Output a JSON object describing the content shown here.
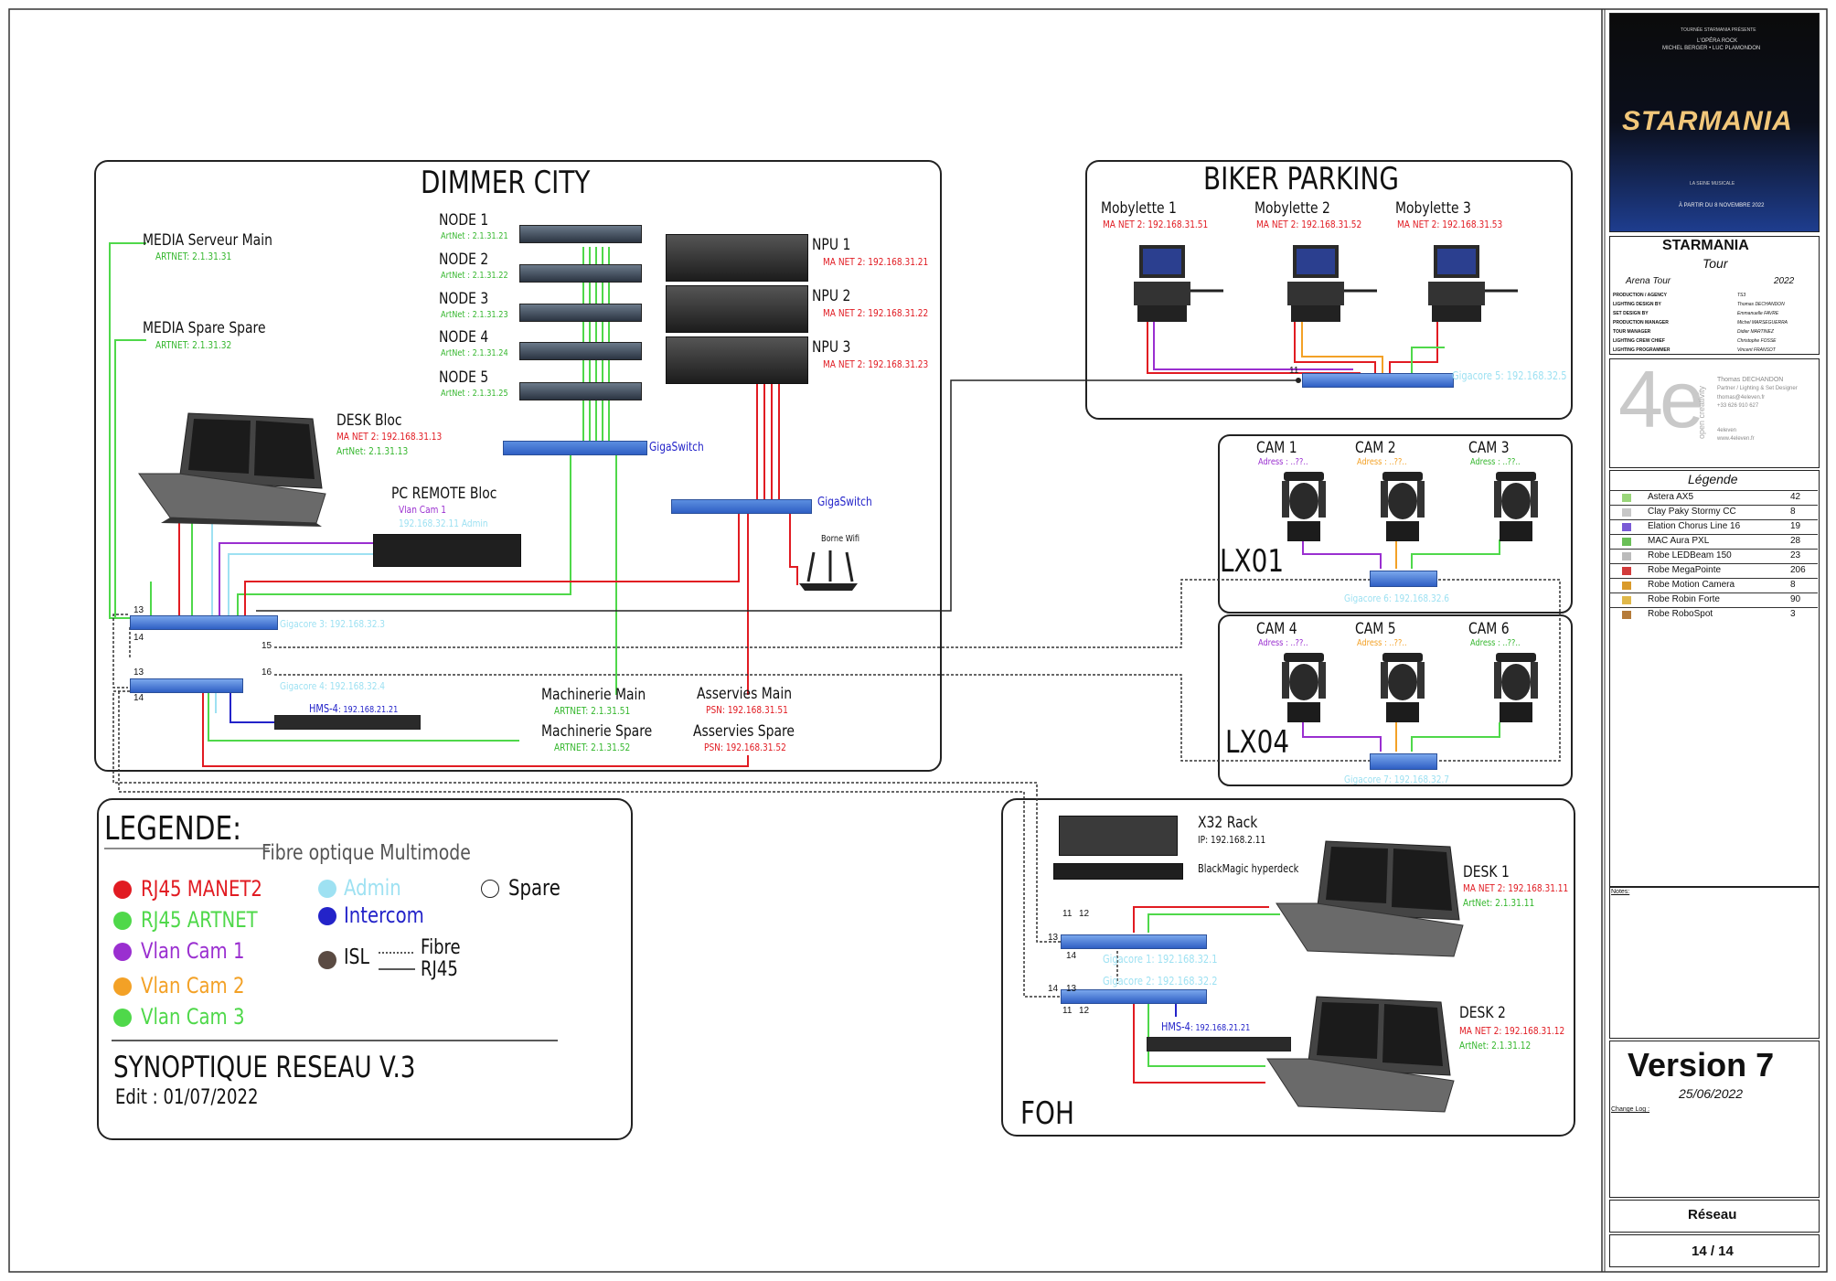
{
  "zones": {
    "dimmer_city": "DIMMER CITY",
    "biker_parking": "BIKER PARKING",
    "lx01": "LX01",
    "lx04": "LX04",
    "foh": "FOH"
  },
  "dimmer": {
    "media_main": {
      "name": "MEDIA Serveur Main",
      "ip": "ARTNET:   2.1.31.31"
    },
    "media_spare": {
      "name": "MEDIA Spare Spare",
      "ip": "ARTNET:  2.1.31.32"
    },
    "nodes": [
      {
        "name": "NODE 1",
        "ip": "ArtNet : 2.1.31.21"
      },
      {
        "name": "NODE 2",
        "ip": "ArtNet : 2.1.31.22"
      },
      {
        "name": "NODE 3",
        "ip": "ArtNet : 2.1.31.23"
      },
      {
        "name": "NODE 4",
        "ip": "ArtNet : 2.1.31.24"
      },
      {
        "name": "NODE 5",
        "ip": "ArtNet : 2.1.31.25"
      }
    ],
    "npus": [
      {
        "name": "NPU 1",
        "ip": "MA NET 2: 192.168.31.21"
      },
      {
        "name": "NPU 2",
        "ip": "MA NET 2: 192.168.31.22"
      },
      {
        "name": "NPU 3",
        "ip": "MA NET 2: 192.168.31.23"
      }
    ],
    "desk_bloc": {
      "name": "DESK Bloc",
      "manet": "MA NET 2: 192.168.31.13",
      "artnet": "ArtNet:   2.1.31.13"
    },
    "pc_remote": {
      "name": "PC REMOTE Bloc",
      "vlan": "Vlan Cam 1",
      "admin": "192.168.32.11 Admin"
    },
    "gigaswitch_1": "GigaSwitch",
    "gigaswitch_2": "GigaSwitch",
    "borne_wifi": "Borne Wifi",
    "gigacore_3": "Gigacore 3: 192.168.32.3",
    "gigacore_4": "Gigacore 4: 192.168.32.4",
    "hms_1": {
      "name": "HMS-4",
      "ip": ": 192.168.21.21"
    },
    "mach_main": {
      "name": "Machinerie Main",
      "ip": "ARTNET: 2.1.31.51"
    },
    "mach_spare": {
      "name": "Machinerie Spare",
      "ip": "ARTNET: 2.1.31.52"
    },
    "asserv_main": {
      "name": "Asservies Main",
      "ip": "PSN: 192.168.31.51"
    },
    "asserv_spare": {
      "name": "Asservies Spare",
      "ip": "PSN: 192.168.31.52"
    },
    "ports": {
      "p13a": "13",
      "p14a": "14",
      "p15": "15",
      "p16": "16",
      "p13b": "13",
      "p14b": "14"
    }
  },
  "biker": {
    "mobylettes": [
      {
        "name": "Mobylette 1",
        "ip": "MA NET 2: 192.168.31.51"
      },
      {
        "name": "Mobylette 2",
        "ip": "MA NET 2: 192.168.31.52"
      },
      {
        "name": "Mobylette 3",
        "ip": "MA NET 2: 192.168.31.53"
      }
    ],
    "gigacore_5": "Gigacore 5: 192.168.32.5",
    "port_11": "11"
  },
  "lx01": {
    "cams": [
      {
        "name": "CAM 1",
        "adr": "Adress : ..??.."
      },
      {
        "name": "CAM 2",
        "adr": "Adress : ..??.."
      },
      {
        "name": "CAM 3",
        "adr": "Adress : ..??.."
      }
    ],
    "gigacore_6": "Gigacore 6: 192.168.32.6"
  },
  "lx04": {
    "cams": [
      {
        "name": "CAM 4",
        "adr": "Adress : ..??.."
      },
      {
        "name": "CAM 5",
        "adr": "Adress : ..??.."
      },
      {
        "name": "CAM 6",
        "adr": "Adress : ..??.."
      }
    ],
    "gigacore_7": "Gigacore 7: 192.168.32.7"
  },
  "foh": {
    "x32": {
      "name": "X32 Rack",
      "ip": "IP: 192.168.2.11"
    },
    "blackmagic": "BlackMagic hyperdeck",
    "desk1": {
      "name": "DESK 1",
      "manet": "MA NET 2: 192.168.31.11",
      "artnet": "ArtNet:   2.1.31.11"
    },
    "desk2": {
      "name": "DESK 2",
      "manet": "MA NET 2: 192.168.31.12",
      "artnet": "ArtNet:   2.1.31.12"
    },
    "gigacore_1": "Gigacore 1: 192.168.32.1",
    "gigacore_2": "Gigacore 2: 192.168.32.2",
    "hms": {
      "name": "HMS-4",
      "ip": ": 192.168.21.21"
    },
    "ports": {
      "a11": "11",
      "a12": "12",
      "a13": "13",
      "a14": "14",
      "b14": "14",
      "b13": "13",
      "b11": "11",
      "b12": "12"
    }
  },
  "legend": {
    "title": "LEGENDE:",
    "fibre_multi": "Fibre optique Multimode",
    "items": [
      {
        "label": "RJ45 MANET2",
        "color": "#e11b22"
      },
      {
        "label": "RJ45 ARTNET",
        "color": "#4fd84a"
      },
      {
        "label": "Vlan Cam 1",
        "color": "#9a2fd0"
      },
      {
        "label": "Vlan Cam 2",
        "color": "#f3a126"
      },
      {
        "label": "Vlan Cam 3",
        "color": "#4fd84a"
      }
    ],
    "admin": "Admin",
    "intercom": "Intercom",
    "spare": "Spare",
    "isl": "ISL",
    "fibre": "Fibre",
    "rj45": "RJ45",
    "synoptique": "SYNOPTIQUE RESEAU V.3",
    "edit": "Edit : 01/07/2022"
  },
  "titleblock": {
    "poster": {
      "top1": "TOURNÉE STARMANIA PRÉSENTE",
      "top2": "L'OPÉRA ROCK",
      "top3": "MICHEL BERGER • LUC PLAMONDON",
      "logo": "STARMANIA",
      "venue": "LA SEINE MUSICALE",
      "date": "À PARTIR DU 8 NOVEMBRE 2022"
    },
    "show": "STARMANIA",
    "tour": "Tour",
    "arena": "Arena Tour",
    "year": "2022",
    "credits": [
      {
        "role": "PRODUCTION / AGENCY",
        "name": "TS3"
      },
      {
        "role": "LIGHTING DESIGN BY",
        "name": "Thomas DECHANDON"
      },
      {
        "role": "SET DESIGN BY",
        "name": "Emmanuelle FAVRE"
      },
      {
        "role": "PRODUCTION MANAGER",
        "name": "Michel MARSEGUERRA"
      },
      {
        "role": "TOUR MANAGER",
        "name": "Didier MARTINEZ"
      },
      {
        "role": "LIGHTING CREW CHIEF",
        "name": "Christophe FOSSE"
      },
      {
        "role": "LIGHTING PROGRAMMER",
        "name": "Vincent FRANSOT"
      }
    ],
    "company": {
      "logo": "4e",
      "tagline": "open creativity",
      "person": "Thomas DECHANDON",
      "role": "Partner / Lighting & Set Designer",
      "email": "thomas@4eleven.fr",
      "phone": "+33 626 910 627",
      "name": "4eleven",
      "web": "www.4eleven.fr"
    },
    "legende_title": "Légende",
    "fixtures": [
      {
        "name": "Astera AX5",
        "qty": "42",
        "color": "#9ad67a"
      },
      {
        "name": "Clay Paky Stormy CC",
        "qty": "8",
        "color": "#c7c7c7"
      },
      {
        "name": "Elation Chorus Line 16",
        "qty": "19",
        "color": "#7a5ad6"
      },
      {
        "name": "MAC Aura PXL",
        "qty": "28",
        "color": "#6abf57"
      },
      {
        "name": "Robe LEDBeam 150",
        "qty": "23",
        "color": "#bbbbbb"
      },
      {
        "name": "Robe MegaPointe",
        "qty": "206",
        "color": "#d23b3b"
      },
      {
        "name": "Robe Motion Camera",
        "qty": "8",
        "color": "#d99a2b"
      },
      {
        "name": "Robe Robin Forte",
        "qty": "90",
        "color": "#e0b84a"
      },
      {
        "name": "Robe RoboSpot",
        "qty": "3",
        "color": "#b57b3a"
      }
    ],
    "notes": "Notes:",
    "version": "Version 7",
    "version_date": "25/06/2022",
    "change_log": "Change Log :",
    "sheet": "Réseau",
    "page": "14 / 14"
  }
}
